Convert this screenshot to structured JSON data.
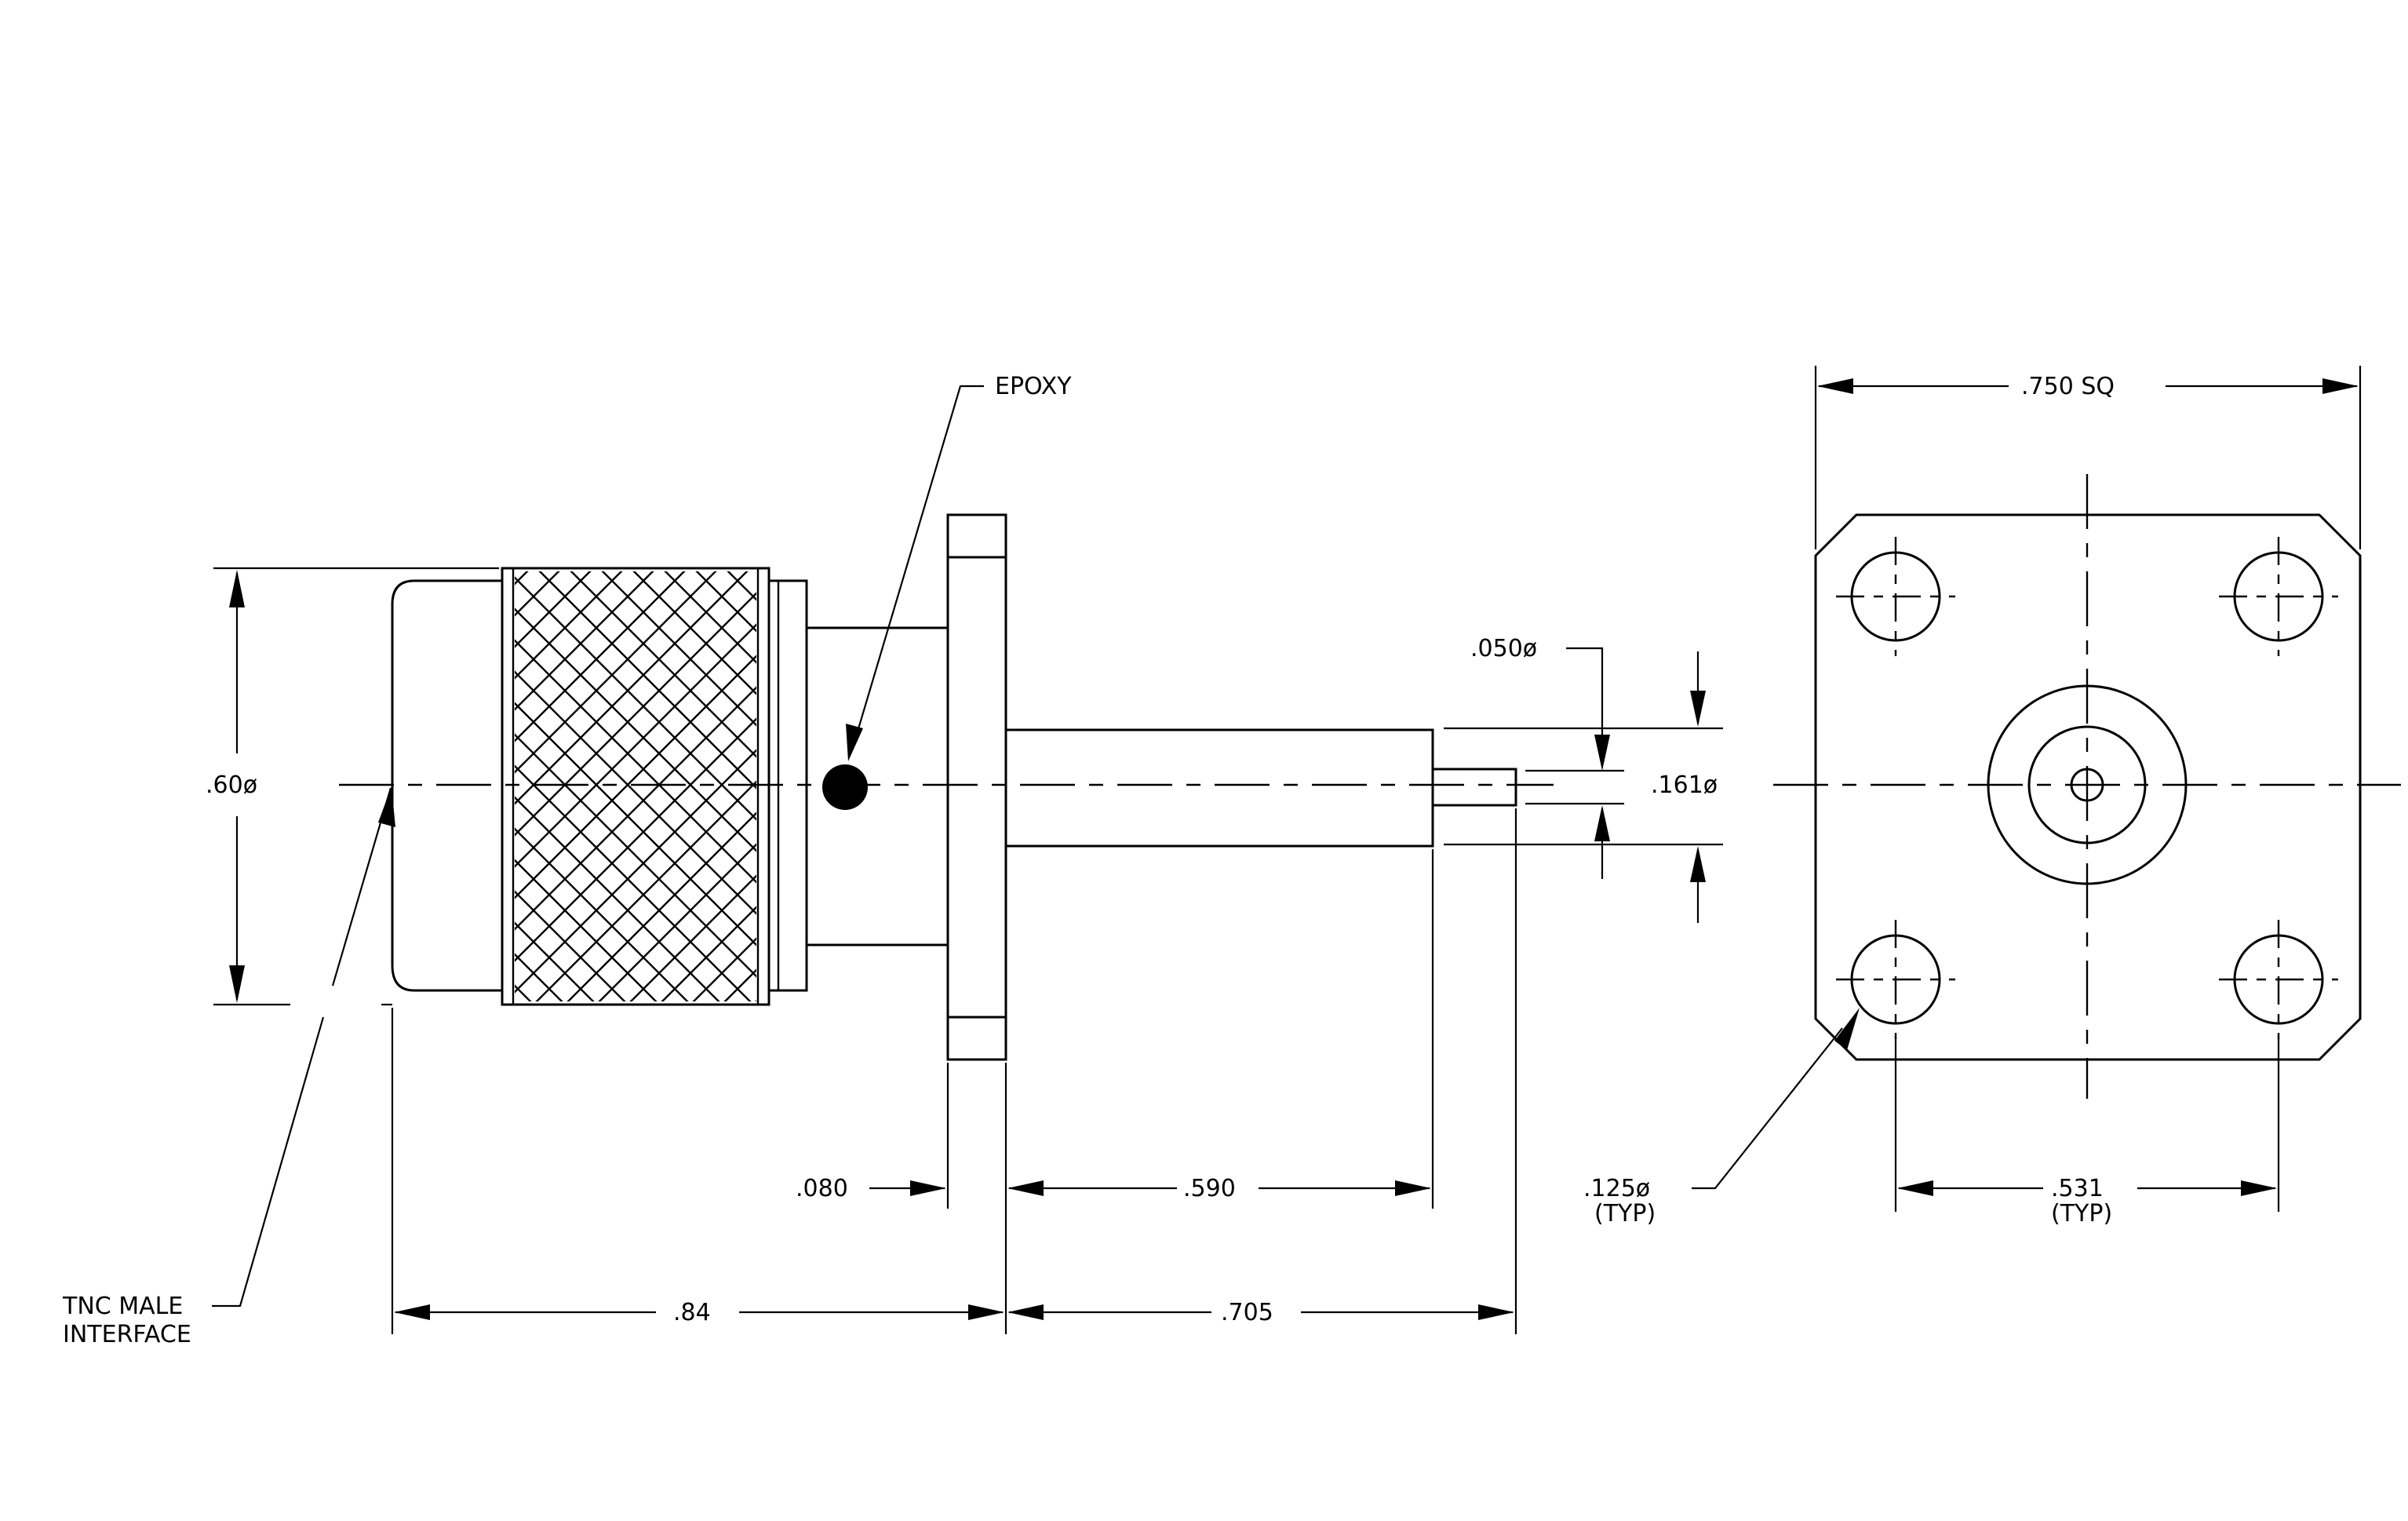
{
  "labels": {
    "epoxy": "EPOXY",
    "dia_060": ".60ø",
    "dia_050": ".050ø",
    "dia_161": ".161ø",
    "sq_750": ".750 SQ",
    "dim_080": ".080",
    "dim_590": ".590",
    "dim_084": ".84",
    "dim_705": ".705",
    "hole_125": ".125ø",
    "hole_125_typ": "(TYP)",
    "spacing_531": ".531",
    "spacing_531_typ": "(TYP)",
    "tnc_line1": "TNC MALE",
    "tnc_line2": "INTERFACE"
  }
}
